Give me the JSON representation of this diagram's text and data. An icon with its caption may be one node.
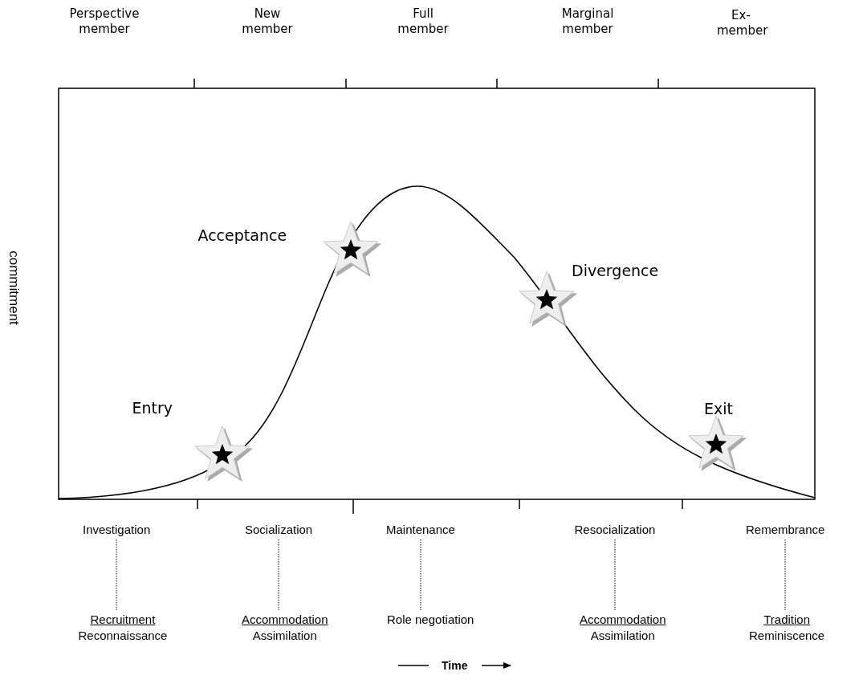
{
  "diagram": {
    "nodes": [
      {
        "text": [
          "Investigation"
        ]
      },
      {
        "text": [
          "Recruitment",
          "Reconnaissance"
        ]
      },
      {
        "text": [
          "Socialization"
        ]
      },
      {
        "text": [
          "Accommodation",
          "Assimilation"
        ]
      },
      {
        "text": [
          "Maintenance"
        ]
      },
      {
        "text": [
          "Role negotiation"
        ]
      },
      {
        "text": [
          "Resocialization"
        ]
      },
      {
        "text": [
          "Accommodation",
          "Assimilation"
        ]
      },
      {
        "text": [
          "Remembrance"
        ]
      },
      {
        "text": [
          "Tradition",
          "Reminiscence"
        ]
      }
    ],
    "edges": [
      {
        "from": 0,
        "to": 1,
        "arrow": "none",
        "style": "dashed"
      },
      {
        "from": 2,
        "to": 3,
        "arrow": "none",
        "style": "dashed"
      },
      {
        "from": 4,
        "to": 5,
        "arrow": "none",
        "style": "dashed"
      },
      {
        "from": 6,
        "to": 7,
        "arrow": "none",
        "style": "dashed"
      },
      {
        "from": 8,
        "to": 9,
        "arrow": "none",
        "style": "dashed"
      }
    ],
    "labels": [
      "Perspective member",
      "New member",
      "Full member",
      "Marginal member",
      "Ex- member",
      "commitment",
      "Acceptance",
      "Divergence",
      "Entry",
      "Exit",
      "Time"
    ]
  }
}
